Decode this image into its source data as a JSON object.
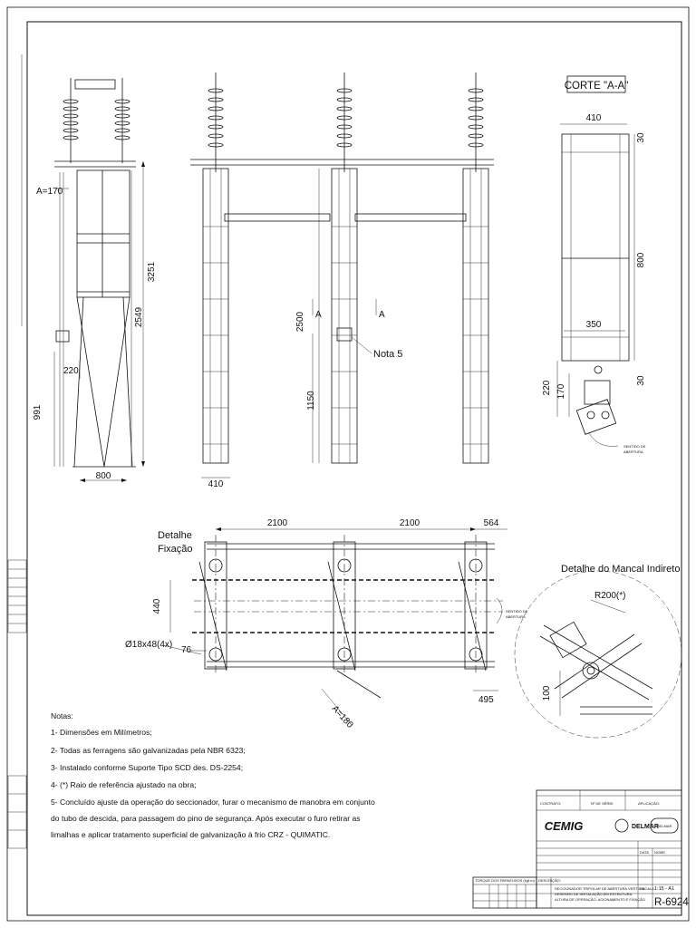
{
  "views": {
    "section_title": "CORTE \"A-A\"",
    "detail_fixacao": [
      "Detalhe",
      "Fixação"
    ],
    "detail_mancal": "Detalhe do Mancal Indireto",
    "nota5": "Nota 5",
    "section_mark": "A"
  },
  "dims": {
    "a170": "A=170",
    "d3251": "3251",
    "d2549": "2549",
    "d220": "220",
    "d991": "991",
    "d800": "800",
    "d410": "410",
    "d2500": "2500",
    "d1150": "1150",
    "s410": "410",
    "s30a": "30",
    "s800": "800",
    "s350": "350",
    "s30b": "30",
    "s220": "220",
    "s170": "170",
    "p2100a": "2100",
    "p2100b": "2100",
    "p564": "564",
    "p440": "440",
    "p76": "76",
    "hole": "Ø18x48(4x)",
    "a180": "A=180",
    "p495": "495",
    "r200": "R200(*)",
    "m100": "100"
  },
  "direction_note": [
    "SENTIDO DE",
    "ABERTURA"
  ],
  "notes": {
    "heading": "Notas:",
    "lines": [
      "1- Dimensões em Milímetros;",
      "2- Todas as ferragens são galvanizadas pela NBR 6323;",
      "3- Instalado conforme Suporte Tipo SCD des. DS-2254;",
      "4- (*) Raio de referência ajustado na obra;",
      "5- Concluído ajuste da operação do seccionador, furar o mecanismo de manobra em conjunto",
      "do tubo de descida, para passagem do pino de segurança. Após executar o furo retirar as",
      "limalhas e aplicar tratamento superficial de galvanização à frio CRZ - QUIMATIC."
    ]
  },
  "title_block": {
    "contratio_label": "CONTRATO:",
    "n_serie_label": "Nº DE SÉRIE:",
    "aplicacao_label": "APLICAÇÃO:",
    "cliente_logo": "CEMIG",
    "fabricante_logo": "DELMAR",
    "badge": "DELMAR",
    "data_label": "DATA",
    "nome_label": "NOME",
    "escala_label": "ESCALA",
    "escala_value": "1:15 - A1",
    "desenho_number": "R-6924",
    "torque_header": "TORQUE DOS PARAFUSOS (kgf.m)",
    "descricao_label": "DESCRIÇÃO:",
    "descricao_lines": [
      "SECCIONADOR TRIPOLAR DE ABERTURA VERTICAL",
      "DESENHO DE INSTALAÇÃO EM ESTRUTURA",
      "ALTURA DE OPERAÇÃO, ACIONAMENTO E FIXAÇÃO"
    ]
  },
  "colors": {
    "ink": "#111111",
    "paper": "#ffffff"
  }
}
